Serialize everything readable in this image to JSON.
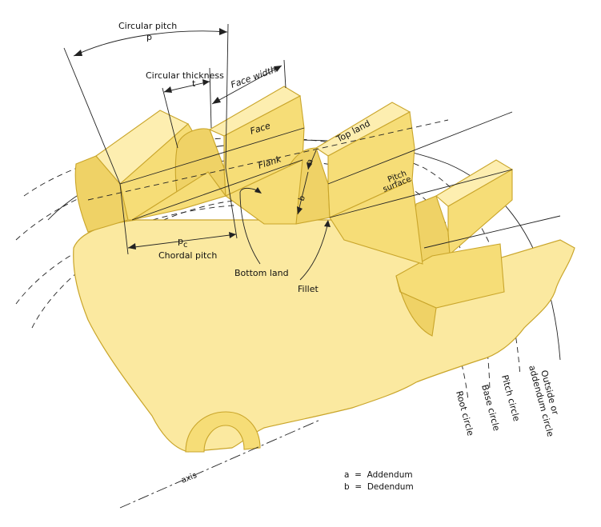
{
  "labels": {
    "circular_pitch": "Circular pitch",
    "p": "p",
    "circular_thickness": "Circular thickness",
    "t": "t",
    "face_width": "Face width",
    "face": "Face",
    "top_land": "Top land",
    "flank": "Flank",
    "pitch_surface_1": "Pitch",
    "pitch_surface_2": "surface",
    "a": "a",
    "b": "b",
    "pc_main": "p",
    "pc_sub": "c",
    "chordal_pitch": "Chordal pitch",
    "bottom_land": "Bottom land",
    "fillet": "Fillet",
    "root_circle": "Root circle",
    "base_circle": "Base circle",
    "pitch_circle": "Pitch circle",
    "outside_1": "Outside or",
    "outside_2": "addendum circle",
    "axis": "axis"
  },
  "legend": {
    "a_line": "a  =  Addendum",
    "b_line": "b  =  Dedendum"
  },
  "colors": {
    "gear_light": "#fbe9a0",
    "gear_mid": "#f6dd77",
    "gear_outline": "#c9a52a"
  }
}
